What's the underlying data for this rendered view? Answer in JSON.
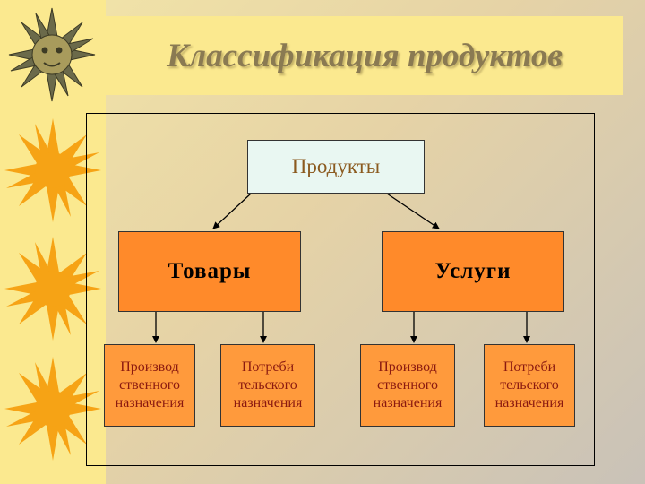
{
  "slide": {
    "title": "Классификация продуктов"
  },
  "diagram": {
    "root": "Продукты",
    "branches": [
      {
        "label": "Товары",
        "children": [
          "Производ\nственного\nназначения",
          "Потреби\nтельского\nназначения"
        ]
      },
      {
        "label": "Услуги",
        "children": [
          "Производ\nственного\nназначения",
          "Потреби\nтельского\nназначения"
        ]
      }
    ]
  },
  "colors": {
    "left_band": "#fbe98f",
    "title_text": "#8a7a52",
    "root_fill": "#e9f7f2",
    "branch_fill": "#ff8a2a",
    "leaf_fill": "#ff9a3c",
    "leaf_text": "#8b1a10"
  },
  "icons": [
    "sun-face-icon",
    "sun-icon"
  ]
}
